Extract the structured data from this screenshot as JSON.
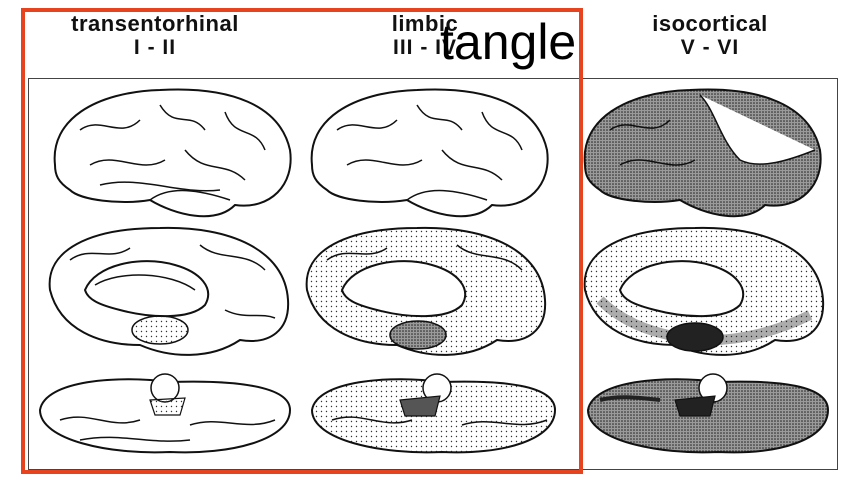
{
  "columns": [
    {
      "name": "transentorhinal",
      "stage": "I - II"
    },
    {
      "name": "limbic",
      "stage": "III - IV"
    },
    {
      "name": "isocortical",
      "stage": "V - VI"
    }
  ],
  "overlay_text": "tangle",
  "colors": {
    "highlight_box": "#e8431f",
    "outline": "#111111",
    "dense_region": "#222222",
    "shaded": "#8a8a8a",
    "light_shade": "#cfcfcf"
  }
}
